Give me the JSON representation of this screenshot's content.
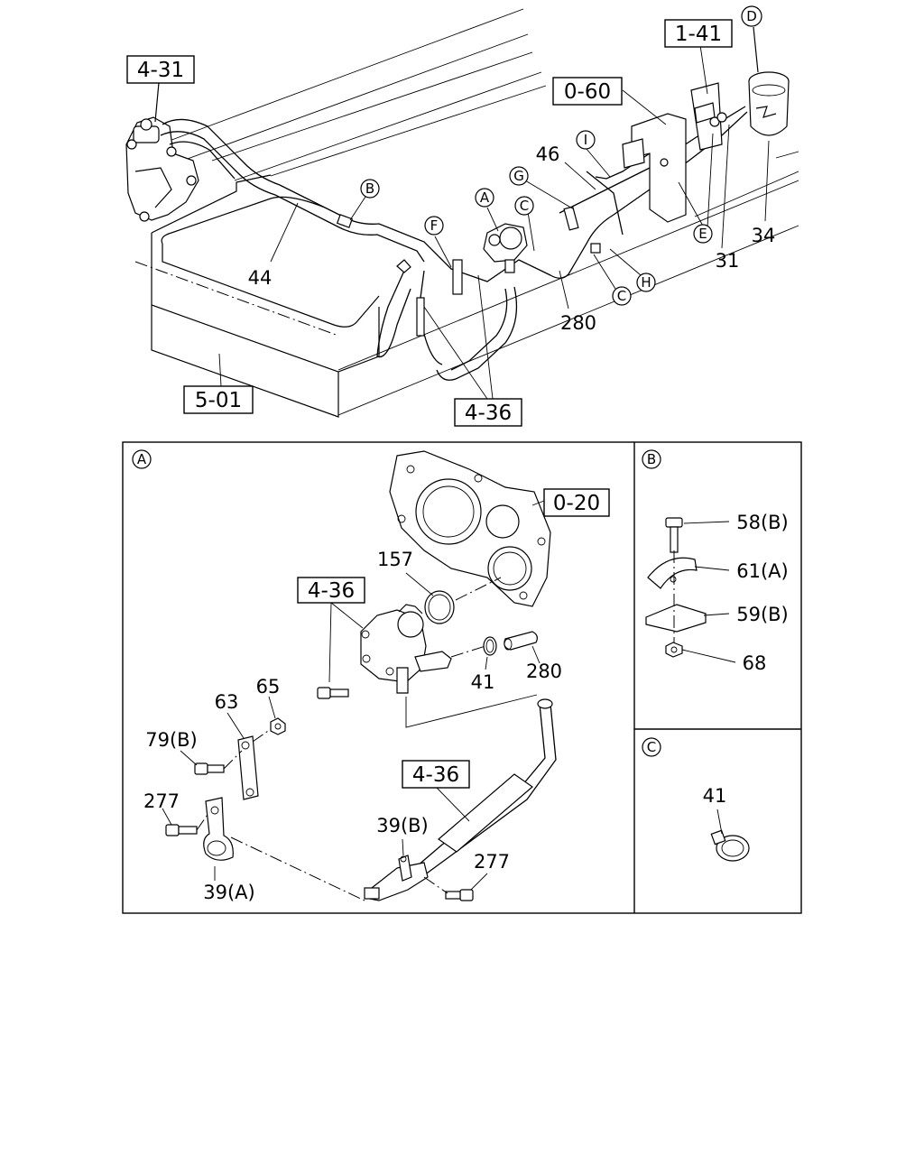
{
  "top_view": {
    "boxed_refs": {
      "r431": "4-31",
      "r141": "1-41",
      "r060": "0-60",
      "r501": "5-01",
      "r436": "4-36"
    },
    "circle_labels": {
      "a": "A",
      "b": "B",
      "c1": "C",
      "c2": "C",
      "d": "D",
      "e": "E",
      "f": "F",
      "g": "G",
      "h": "H",
      "i": "I"
    },
    "callouts": {
      "p44": "44",
      "p46": "46",
      "p280": "280",
      "p31": "31",
      "p34": "34"
    }
  },
  "detail_a": {
    "tag": "A",
    "boxed_refs": {
      "r020": "0-20",
      "r436a": "4-36",
      "r436b": "4-36"
    },
    "callouts": {
      "p157": "157",
      "p41": "41",
      "p280": "280",
      "p63": "63",
      "p65": "65",
      "p79b": "79(B)",
      "p277a": "277",
      "p277b": "277",
      "p39b": "39(B)",
      "p39a": "39(A)"
    }
  },
  "detail_b": {
    "tag": "B",
    "callouts": {
      "p58b": "58(B)",
      "p61a": "61(A)",
      "p59b": "59(B)",
      "p68": "68"
    }
  },
  "detail_c": {
    "tag": "C",
    "callouts": {
      "p41": "41"
    }
  }
}
